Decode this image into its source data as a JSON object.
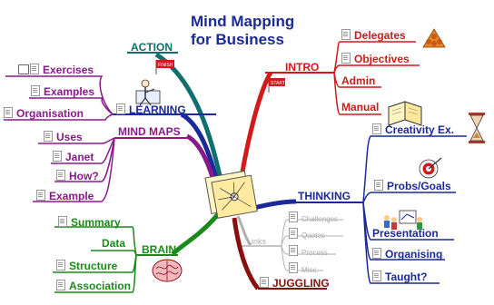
{
  "title": {
    "line1": "Mind Mapping",
    "line2": "for Business"
  },
  "center": {
    "label": "Mind Map center image"
  },
  "colors": {
    "red": "#d11a1a",
    "blue": "#1a2a9a",
    "purple": "#8a1a8a",
    "green": "#1a8a1a",
    "teal": "#0f6e6e",
    "maroon": "#8a1010",
    "gray": "#a9a9a9"
  },
  "branches": {
    "action": {
      "label": "ACTION",
      "icon": "finish-flag-icon"
    },
    "learning": {
      "label": "LEARNING"
    },
    "mind_maps": {
      "label": "MIND MAPS"
    },
    "brain": {
      "label": "BRAIN",
      "icon": "brain-icon"
    },
    "intro": {
      "label": "INTRO",
      "icon": "start-flag-icon"
    },
    "thinking": {
      "label": "THINKING"
    },
    "links": {
      "label": "Links"
    },
    "juggling": {
      "label": "JUGGLING"
    }
  },
  "learning_items": [
    "Exercises",
    "Examples",
    "Organisation"
  ],
  "mind_map_items": [
    "Uses",
    "Janet",
    "How?",
    "Example"
  ],
  "brain_items": [
    "Summary",
    "Data",
    "Structure",
    "Association"
  ],
  "intro_items": [
    "Delegates",
    "Objectives",
    "Admin",
    "Manual"
  ],
  "thinking_items": [
    "Creativity Ex.",
    "Probs/Goals",
    "Presentation",
    "Organising",
    "Taught?"
  ],
  "links_items": [
    "Challenges",
    "Quotes",
    "Process",
    "Misc."
  ]
}
